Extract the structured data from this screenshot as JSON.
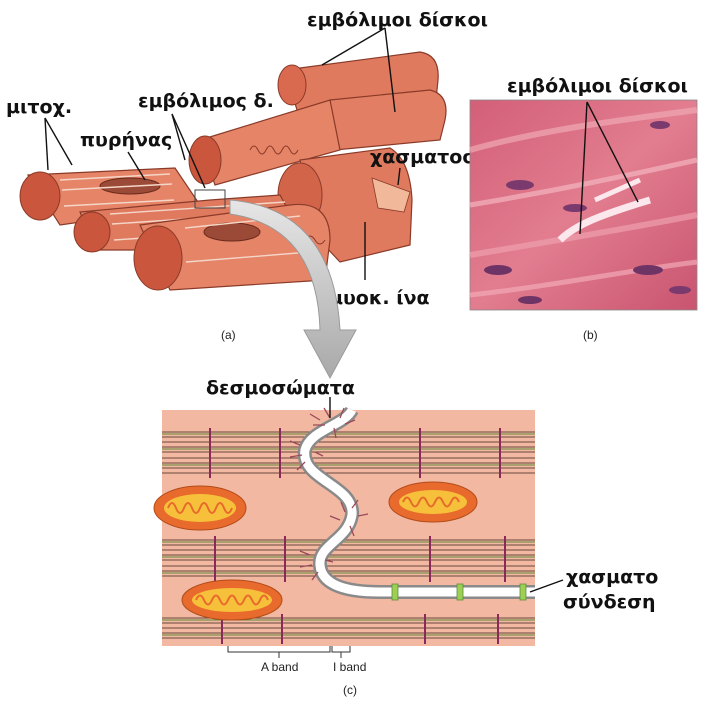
{
  "panel_a": {
    "caption": "(a)",
    "labels": {
      "intercalated_discs_top": "εμβόλιμοι δίσκοι",
      "mitochondria": "μιτοχ.",
      "intercalated_disc": "εμβόλιμος δ.",
      "nucleus": "πυρήνας",
      "gap_junction": "χασματοσύνδεση",
      "muscle_fiber": "μυοκ. ίνα"
    }
  },
  "panel_b": {
    "caption": "(b)",
    "labels": {
      "intercalated_discs": "εμβόλιμοι δίσκοι"
    }
  },
  "panel_c": {
    "caption": "(c)",
    "labels": {
      "desmosomes": "δεσμοσώματα",
      "gap_junction_line1": "χασματο",
      "gap_junction_line2": "σύνδεση",
      "a_band": "A band",
      "i_band": "I band"
    }
  },
  "colors": {
    "muscle": "#e07a5f",
    "muscle_dark": "#c9563d",
    "tissue_bg": "#f2b8a2",
    "mito_outer": "#e86a2c",
    "mito_inner": "#f6c03a",
    "micrograph": "#d9677c",
    "arrow": "#c8c8c8"
  }
}
